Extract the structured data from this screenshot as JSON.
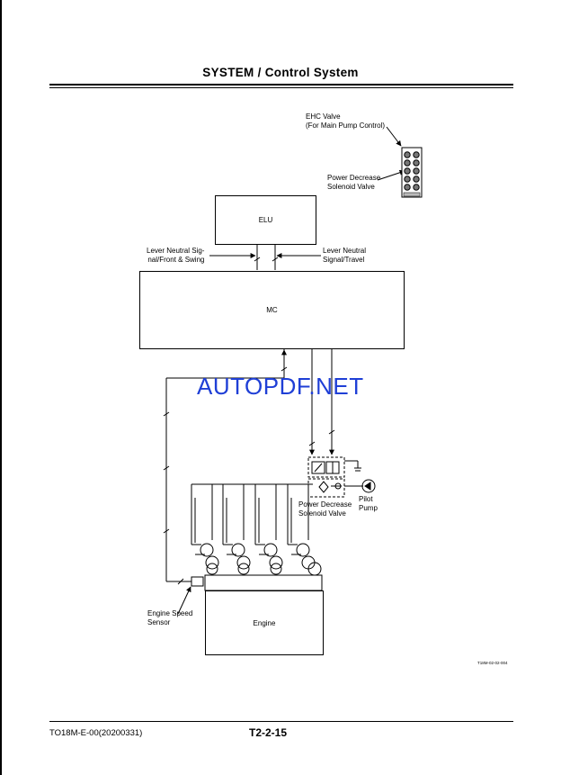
{
  "header": {
    "title": "SYSTEM / Control System"
  },
  "diagram": {
    "ehc_valve_label": "EHC Valve\n(For Main Pump Control)",
    "power_decrease_top_label": "Power Decrease\nSolenoid Valve",
    "elu_label": "ELU",
    "mc_label": "MC",
    "lever_front_swing_label": "Lever Neutral Sig-\nnal/Front & Swing",
    "lever_travel_label": "Lever Neutral\nSignal/Travel",
    "power_decrease_bottom_label": "Power Decrease\nSolenoid Valve",
    "pilot_pump_label": "Pilot\nPump",
    "engine_speed_label": "Engine Speed\nSensor",
    "engine_label": "Engine",
    "figure_code": "T18M-02-02-004"
  },
  "watermark": "AUTOPDF.NET",
  "footer": {
    "doc_code": "TO18M-E-00(20200331)",
    "page": "T2-2-15"
  }
}
